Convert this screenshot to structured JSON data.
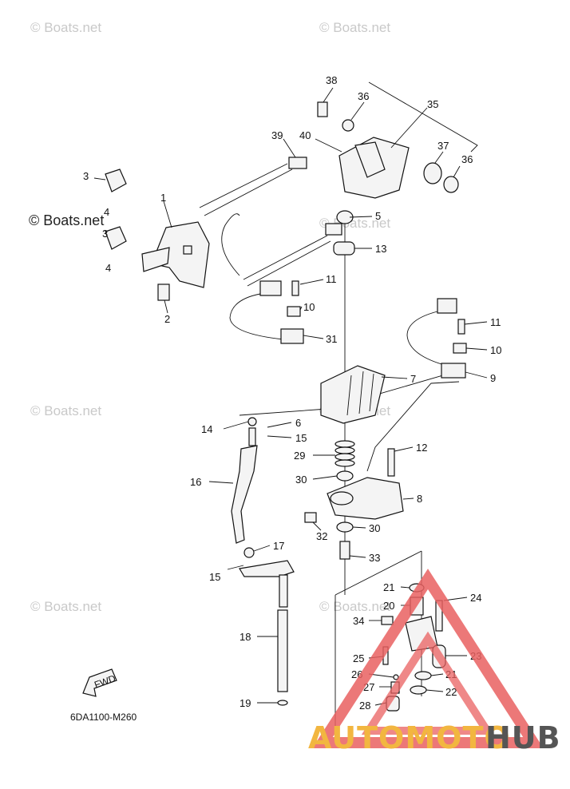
{
  "watermark": "© Boats.net",
  "diagram_code": "6DA1100-M260",
  "fwd_label": "FWD",
  "brand": {
    "part1": "AUTOMOTO",
    "part2": "HUB",
    "color1": "#f2b640",
    "color2": "#555555",
    "triangle_color": "#e96060"
  },
  "callouts": [
    "38",
    "36",
    "35",
    "39",
    "40",
    "37",
    "36",
    "3",
    "4",
    "1",
    "3",
    "4",
    "2",
    "5",
    "13",
    "11",
    "10",
    "31",
    "11",
    "10",
    "9",
    "7",
    "14",
    "6",
    "15",
    "29",
    "12",
    "16",
    "30",
    "8",
    "32",
    "30",
    "17",
    "33",
    "15",
    "21",
    "24",
    "20",
    "34",
    "18",
    "25",
    "23",
    "26",
    "21",
    "27",
    "22",
    "19",
    "28"
  ]
}
